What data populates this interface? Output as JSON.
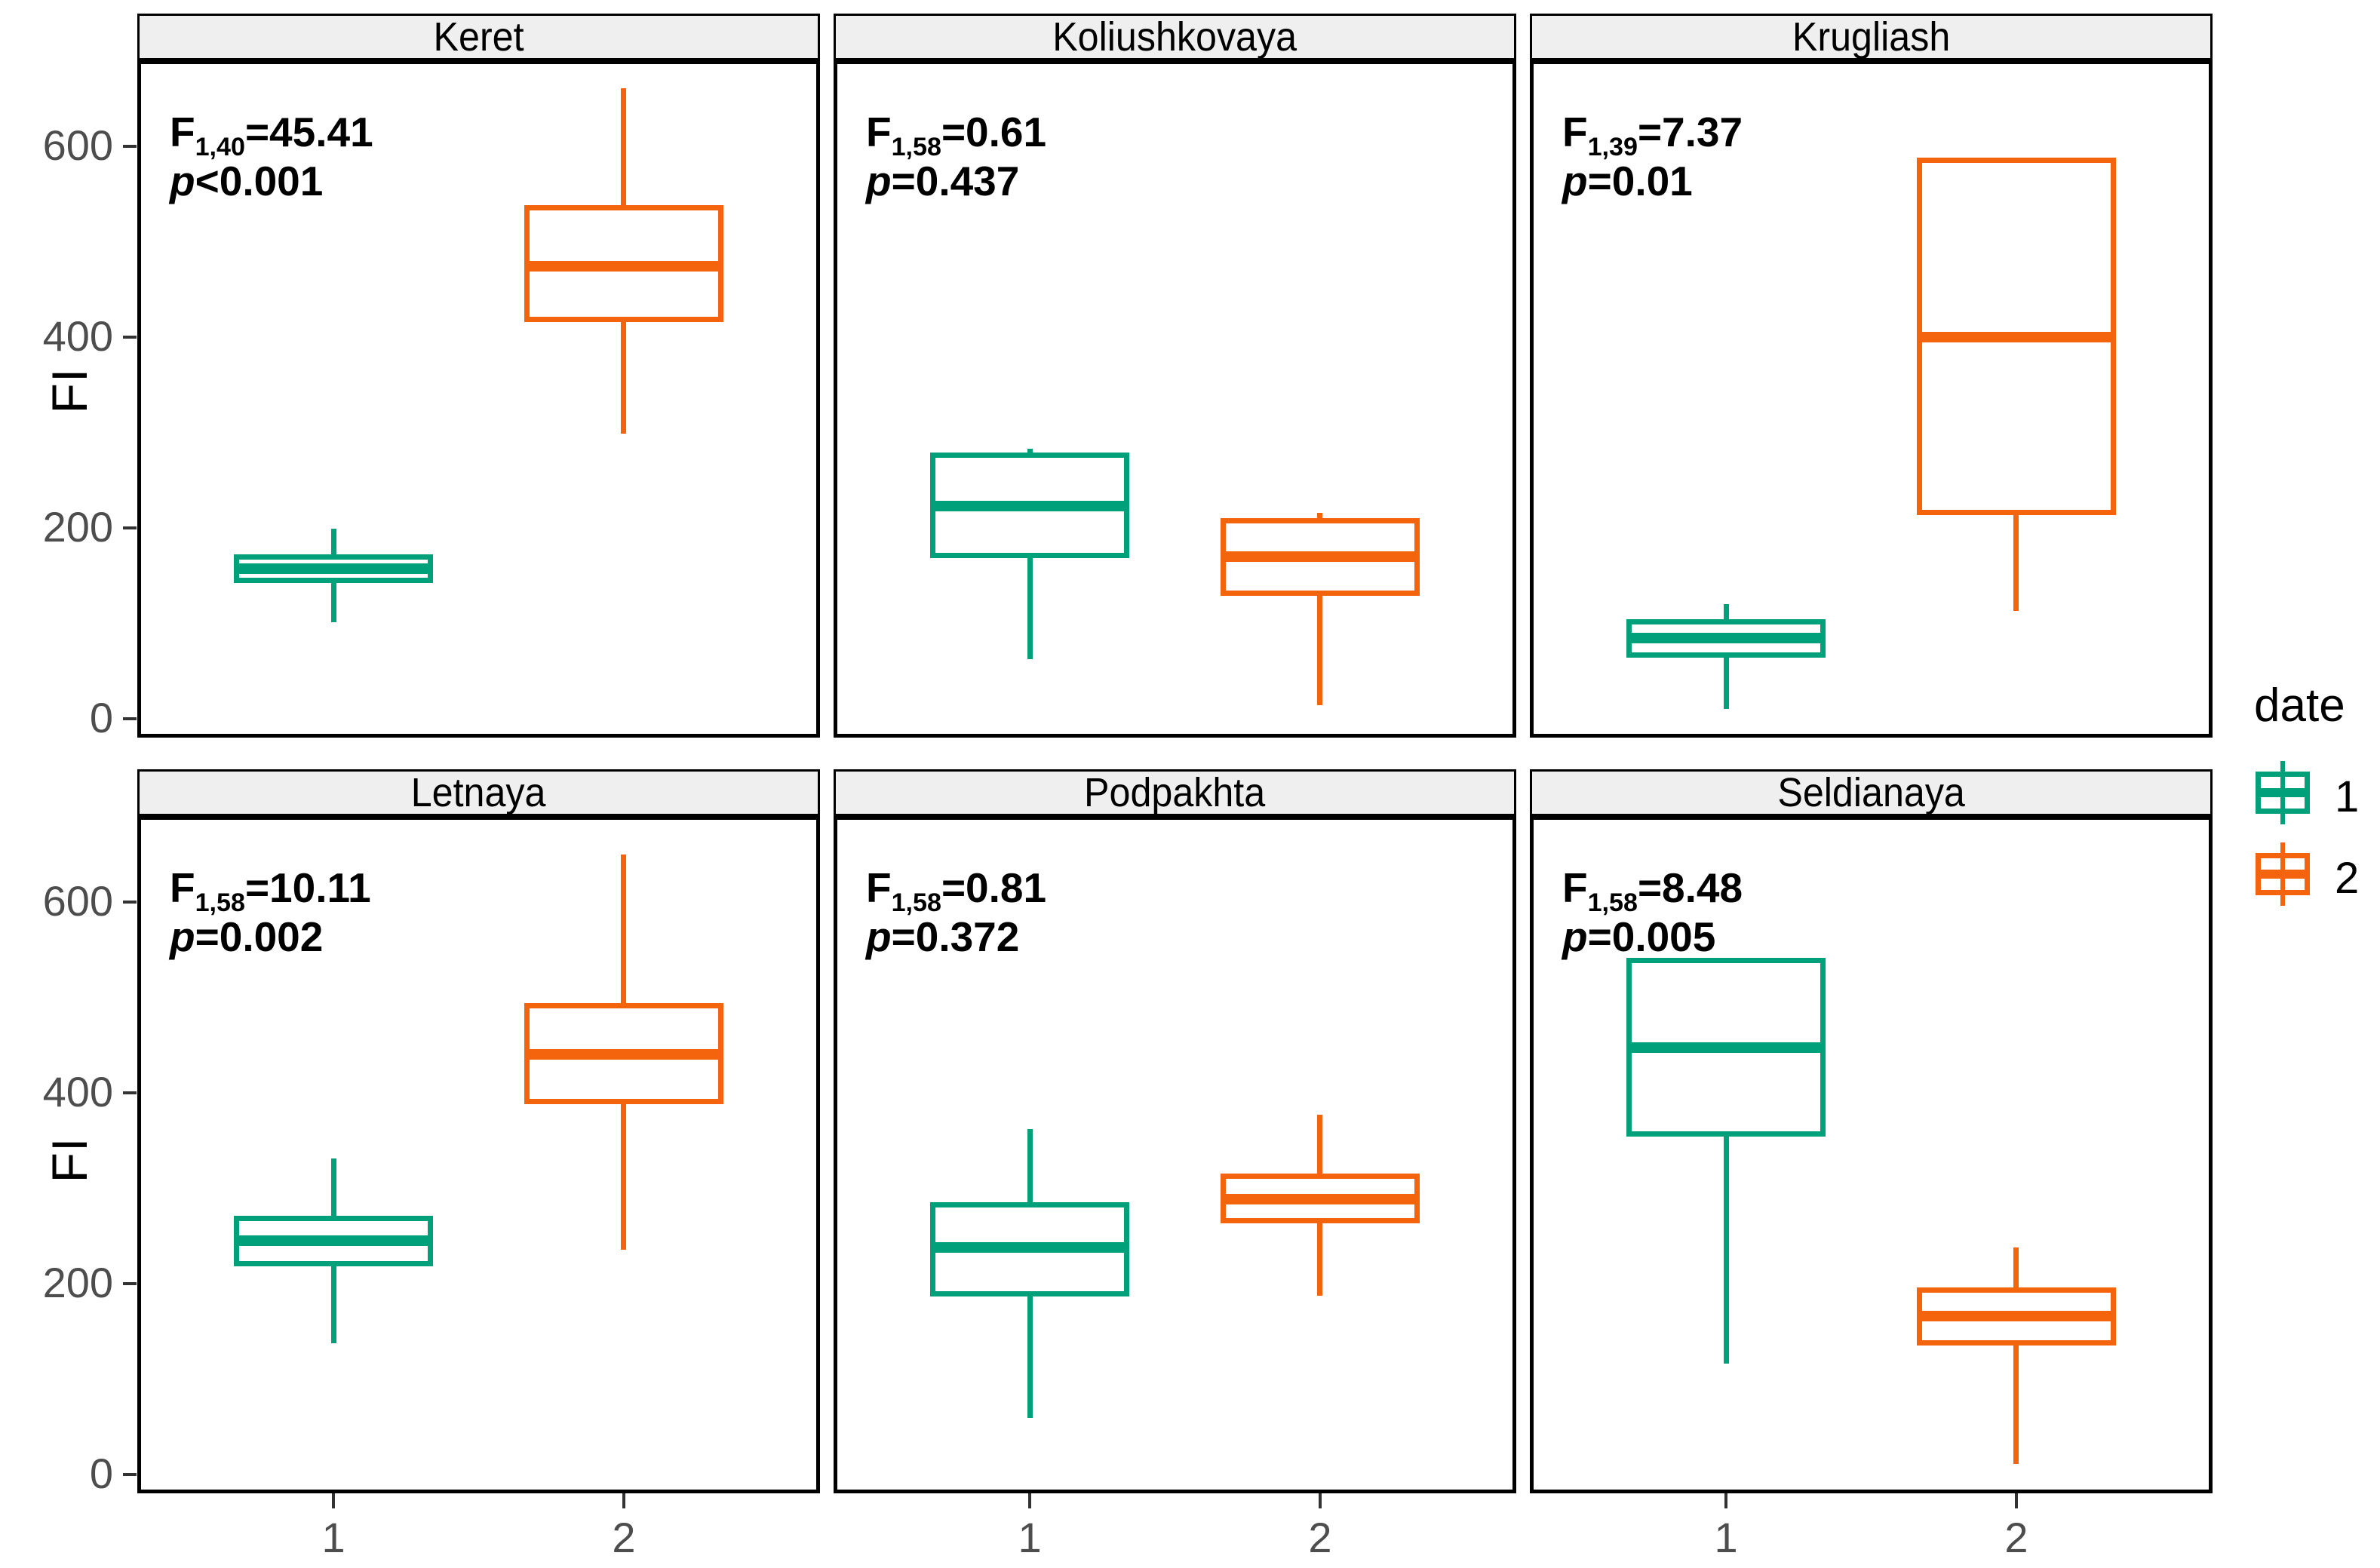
{
  "chart_data": {
    "type": "box",
    "title": "",
    "xlabel": "",
    "ylabel": "FI",
    "ylim": [
      -20,
      690
    ],
    "yticks": [
      0,
      200,
      400,
      600
    ],
    "xticks": [
      "1",
      "2"
    ],
    "grid": false,
    "facet_layout": {
      "rows": 2,
      "cols": 3
    },
    "legend": {
      "title": "date",
      "position": "right",
      "entries": [
        {
          "label": "1",
          "color": "#00A17A"
        },
        {
          "label": "2",
          "color": "#F4640C"
        }
      ]
    },
    "colors": {
      "date1": "#00A17A",
      "date2": "#F4640C",
      "strip_bg": "#EFEFEF",
      "panel_border": "#000000",
      "tick_text": "#4D4D4D"
    },
    "panels": [
      {
        "name": "Keret",
        "annotation": {
          "stat": "F",
          "df": "1,40",
          "fvalue": "45.41",
          "p_prefix": "p",
          "p_op": "<",
          "p_value": "0.001"
        },
        "boxes": [
          {
            "group": "1",
            "date": "1",
            "color": "#00A17A",
            "lower_whisker": 101,
            "q1": 142,
            "median": 157,
            "q3": 172,
            "upper_whisker": 199
          },
          {
            "group": "2",
            "date": "2",
            "color": "#F4640C",
            "lower_whisker": 299,
            "q1": 416,
            "median": 474,
            "q3": 538,
            "upper_whisker": 661
          }
        ]
      },
      {
        "name": "Koliushkovaya",
        "annotation": {
          "stat": "F",
          "df": "1,58",
          "fvalue": "0.61",
          "p_prefix": "p",
          "p_op": "=",
          "p_value": "0.437"
        },
        "boxes": [
          {
            "group": "1",
            "date": "1",
            "color": "#00A17A",
            "lower_whisker": 62,
            "q1": 168,
            "median": 223,
            "q3": 279,
            "upper_whisker": 283
          },
          {
            "group": "2",
            "date": "2",
            "color": "#F4640C",
            "lower_whisker": 14,
            "q1": 129,
            "median": 170,
            "q3": 210,
            "upper_whisker": 216
          }
        ]
      },
      {
        "name": "Krugliash",
        "annotation": {
          "stat": "F",
          "df": "1,39",
          "fvalue": "7.37",
          "p_prefix": "p",
          "p_op": "=",
          "p_value": "0.01"
        },
        "boxes": [
          {
            "group": "1",
            "date": "1",
            "color": "#00A17A",
            "lower_whisker": 10,
            "q1": 64,
            "median": 84,
            "q3": 104,
            "upper_whisker": 120
          },
          {
            "group": "2",
            "date": "2",
            "color": "#F4640C",
            "lower_whisker": 113,
            "q1": 213,
            "median": 400,
            "q3": 588,
            "upper_whisker": 588
          }
        ]
      },
      {
        "name": "Letnaya",
        "annotation": {
          "stat": "F",
          "df": "1,58",
          "fvalue": "10.11",
          "p_prefix": "p",
          "p_op": "=",
          "p_value": "0.002"
        },
        "boxes": [
          {
            "group": "1",
            "date": "1",
            "color": "#00A17A",
            "lower_whisker": 137,
            "q1": 218,
            "median": 245,
            "q3": 271,
            "upper_whisker": 331
          },
          {
            "group": "2",
            "date": "2",
            "color": "#F4640C",
            "lower_whisker": 235,
            "q1": 388,
            "median": 440,
            "q3": 494,
            "upper_whisker": 650
          }
        ]
      },
      {
        "name": "Podpakhta",
        "annotation": {
          "stat": "F",
          "df": "1,58",
          "fvalue": "0.81",
          "p_prefix": "p",
          "p_op": "=",
          "p_value": "0.372"
        },
        "boxes": [
          {
            "group": "1",
            "date": "1",
            "color": "#00A17A",
            "lower_whisker": 59,
            "q1": 186,
            "median": 238,
            "q3": 285,
            "upper_whisker": 362
          },
          {
            "group": "2",
            "date": "2",
            "color": "#F4640C",
            "lower_whisker": 187,
            "q1": 263,
            "median": 288,
            "q3": 315,
            "upper_whisker": 377
          }
        ]
      },
      {
        "name": "Seldianaya",
        "annotation": {
          "stat": "F",
          "df": "1,58",
          "fvalue": "8.48",
          "p_prefix": "p",
          "p_op": "=",
          "p_value": "0.005"
        },
        "boxes": [
          {
            "group": "1",
            "date": "1",
            "color": "#00A17A",
            "lower_whisker": 116,
            "q1": 354,
            "median": 447,
            "q3": 541,
            "upper_whisker": 541
          },
          {
            "group": "2",
            "date": "2",
            "color": "#F4640C",
            "lower_whisker": 11,
            "q1": 135,
            "median": 166,
            "q3": 196,
            "upper_whisker": 238
          }
        ]
      }
    ]
  }
}
